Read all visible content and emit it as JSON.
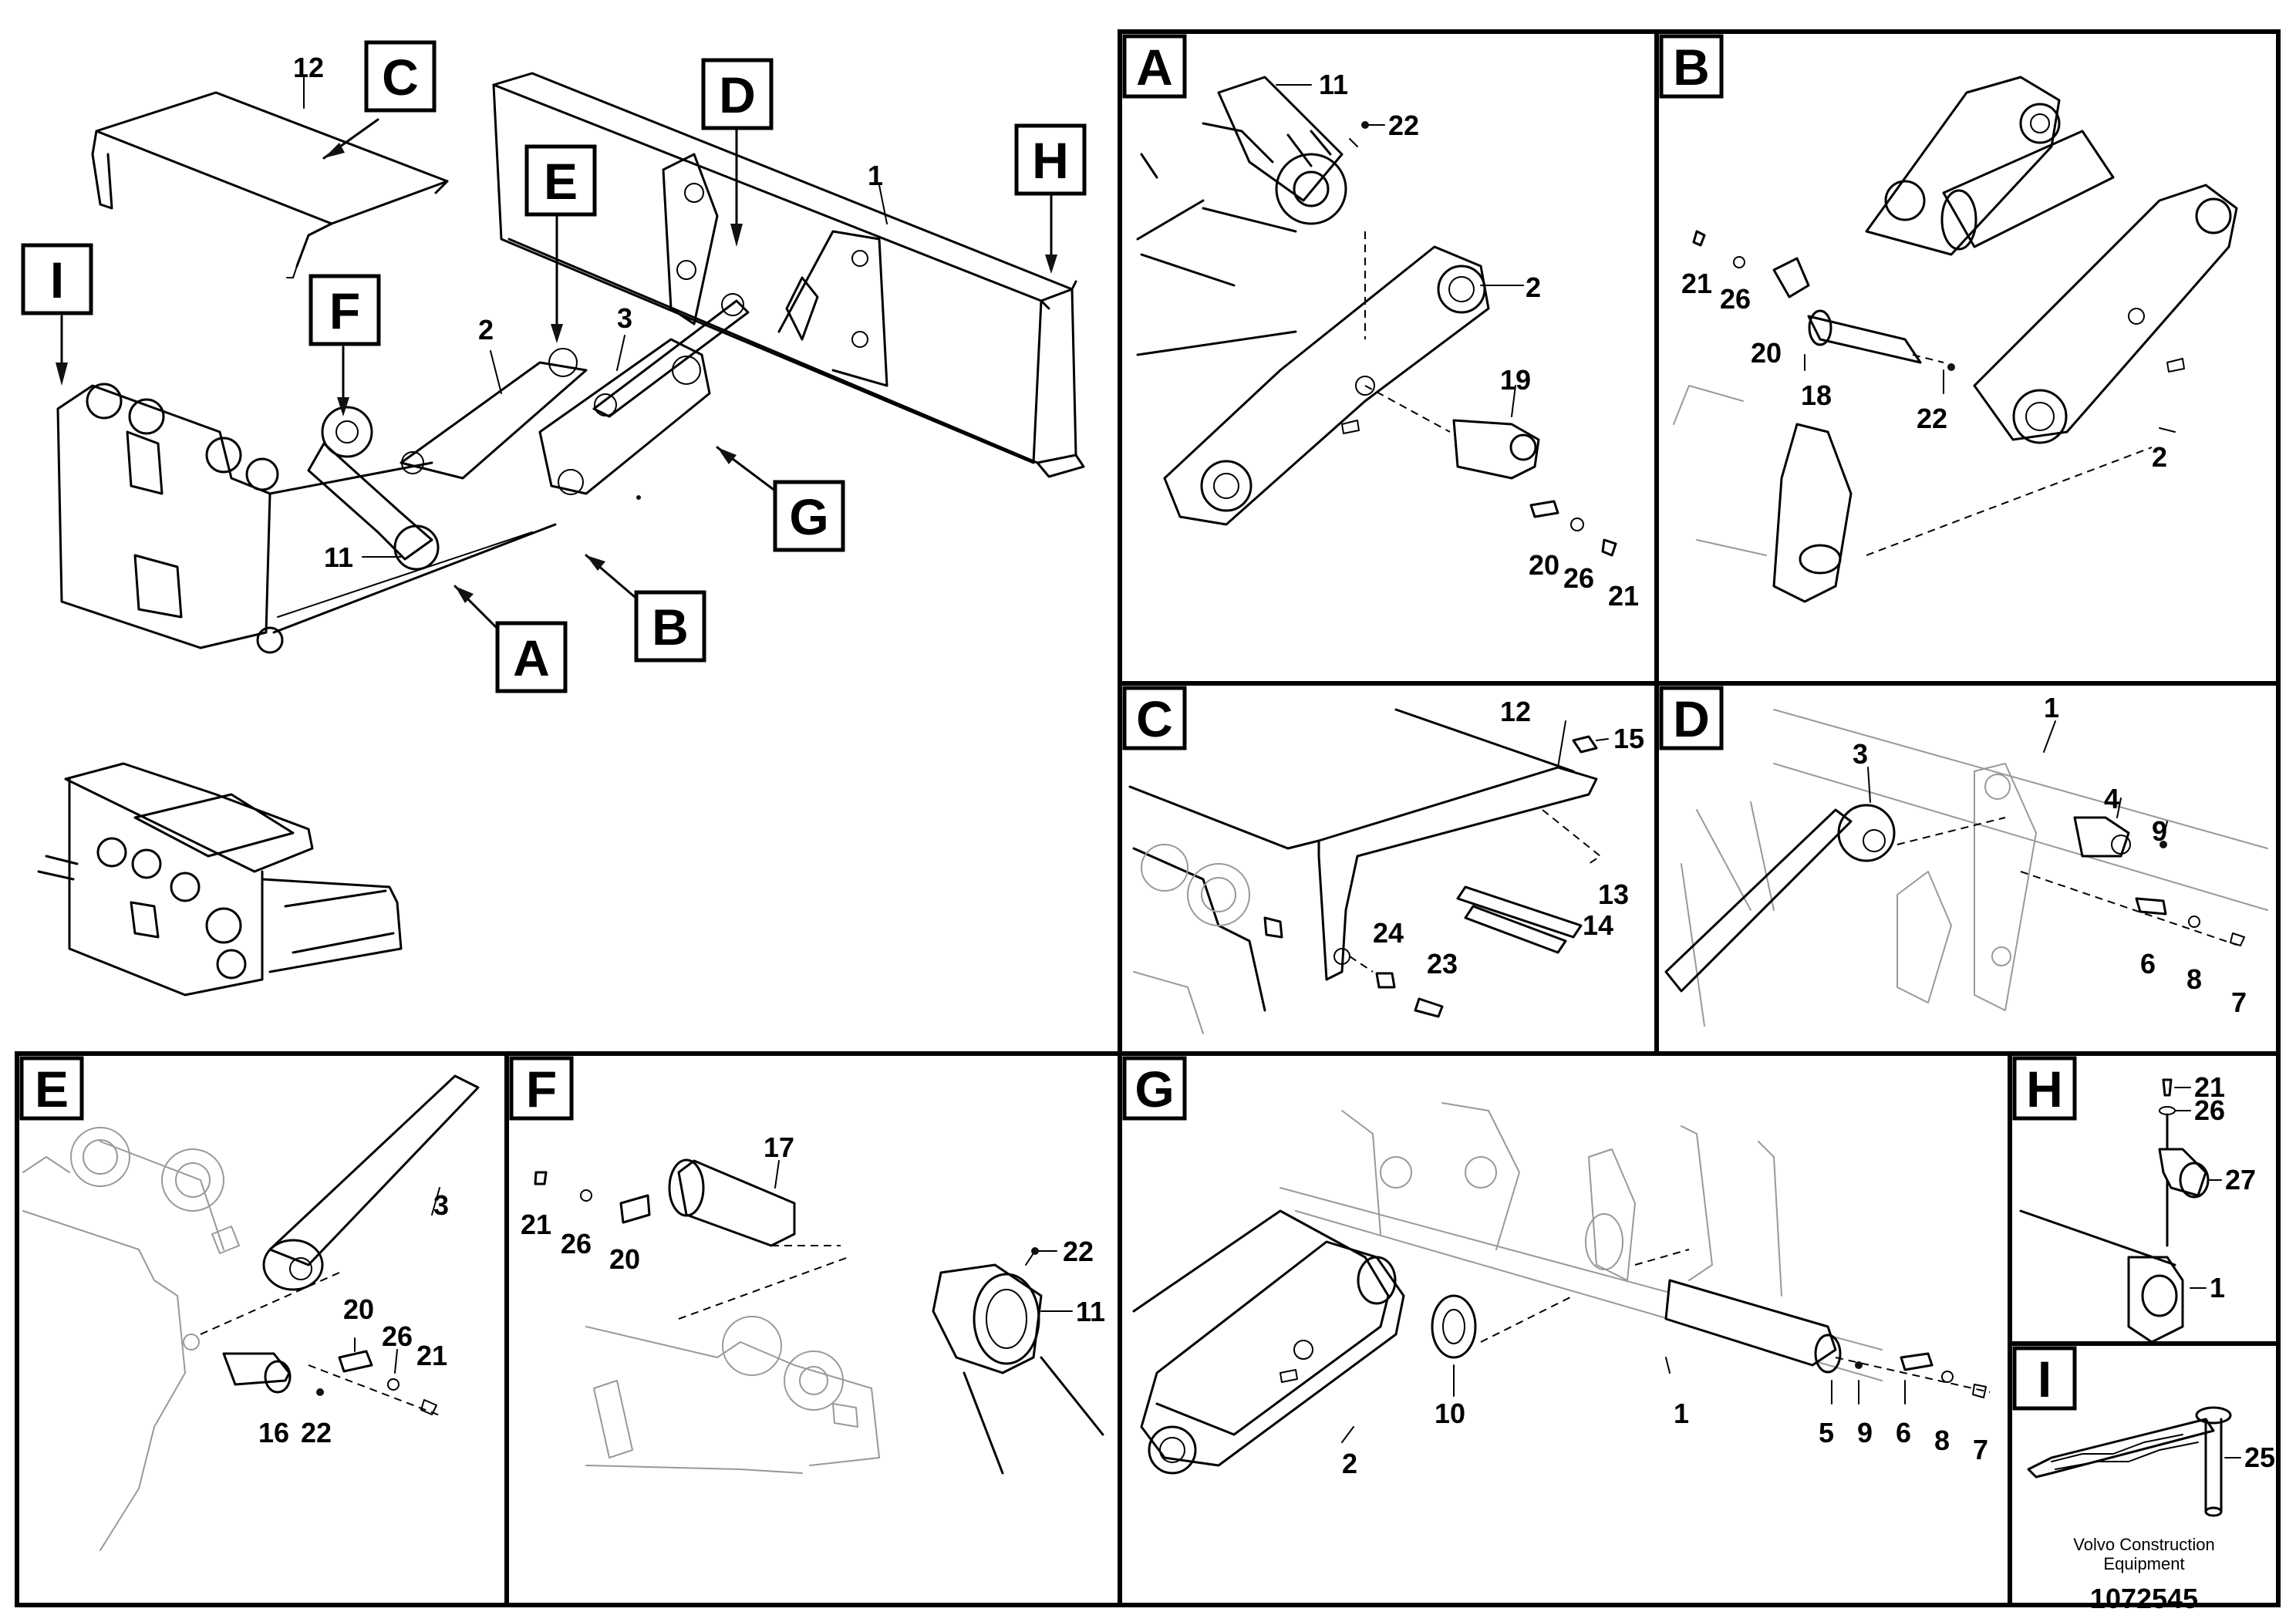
{
  "overview": {
    "callouts": [
      "A",
      "B",
      "C",
      "D",
      "E",
      "F",
      "G",
      "H",
      "I"
    ],
    "part_numbers": [
      "12",
      "1",
      "2",
      "3",
      "11"
    ]
  },
  "panels": {
    "A": {
      "label": "A",
      "parts": [
        "11",
        "22",
        "2",
        "19",
        "20",
        "26",
        "21"
      ]
    },
    "B": {
      "label": "B",
      "parts": [
        "21",
        "26",
        "20",
        "18",
        "22",
        "2"
      ]
    },
    "C": {
      "label": "C",
      "parts": [
        "12",
        "15",
        "13",
        "14",
        "24",
        "23"
      ]
    },
    "D": {
      "label": "D",
      "parts": [
        "1",
        "3",
        "4",
        "9",
        "6",
        "8",
        "7"
      ]
    },
    "E": {
      "label": "E",
      "parts": [
        "3",
        "20",
        "26",
        "21",
        "16",
        "22"
      ]
    },
    "F": {
      "label": "F",
      "parts": [
        "17",
        "21",
        "26",
        "20",
        "22",
        "11"
      ]
    },
    "G": {
      "label": "G",
      "parts": [
        "10",
        "1",
        "2",
        "5",
        "9",
        "6",
        "8",
        "7"
      ]
    },
    "H": {
      "label": "H",
      "parts": [
        "21",
        "26",
        "27",
        "1"
      ]
    },
    "I": {
      "label": "I",
      "parts": [
        "25"
      ]
    }
  },
  "footer": {
    "company_line1": "Volvo Construction",
    "company_line2": "Equipment",
    "drawing_number": "1072545"
  }
}
